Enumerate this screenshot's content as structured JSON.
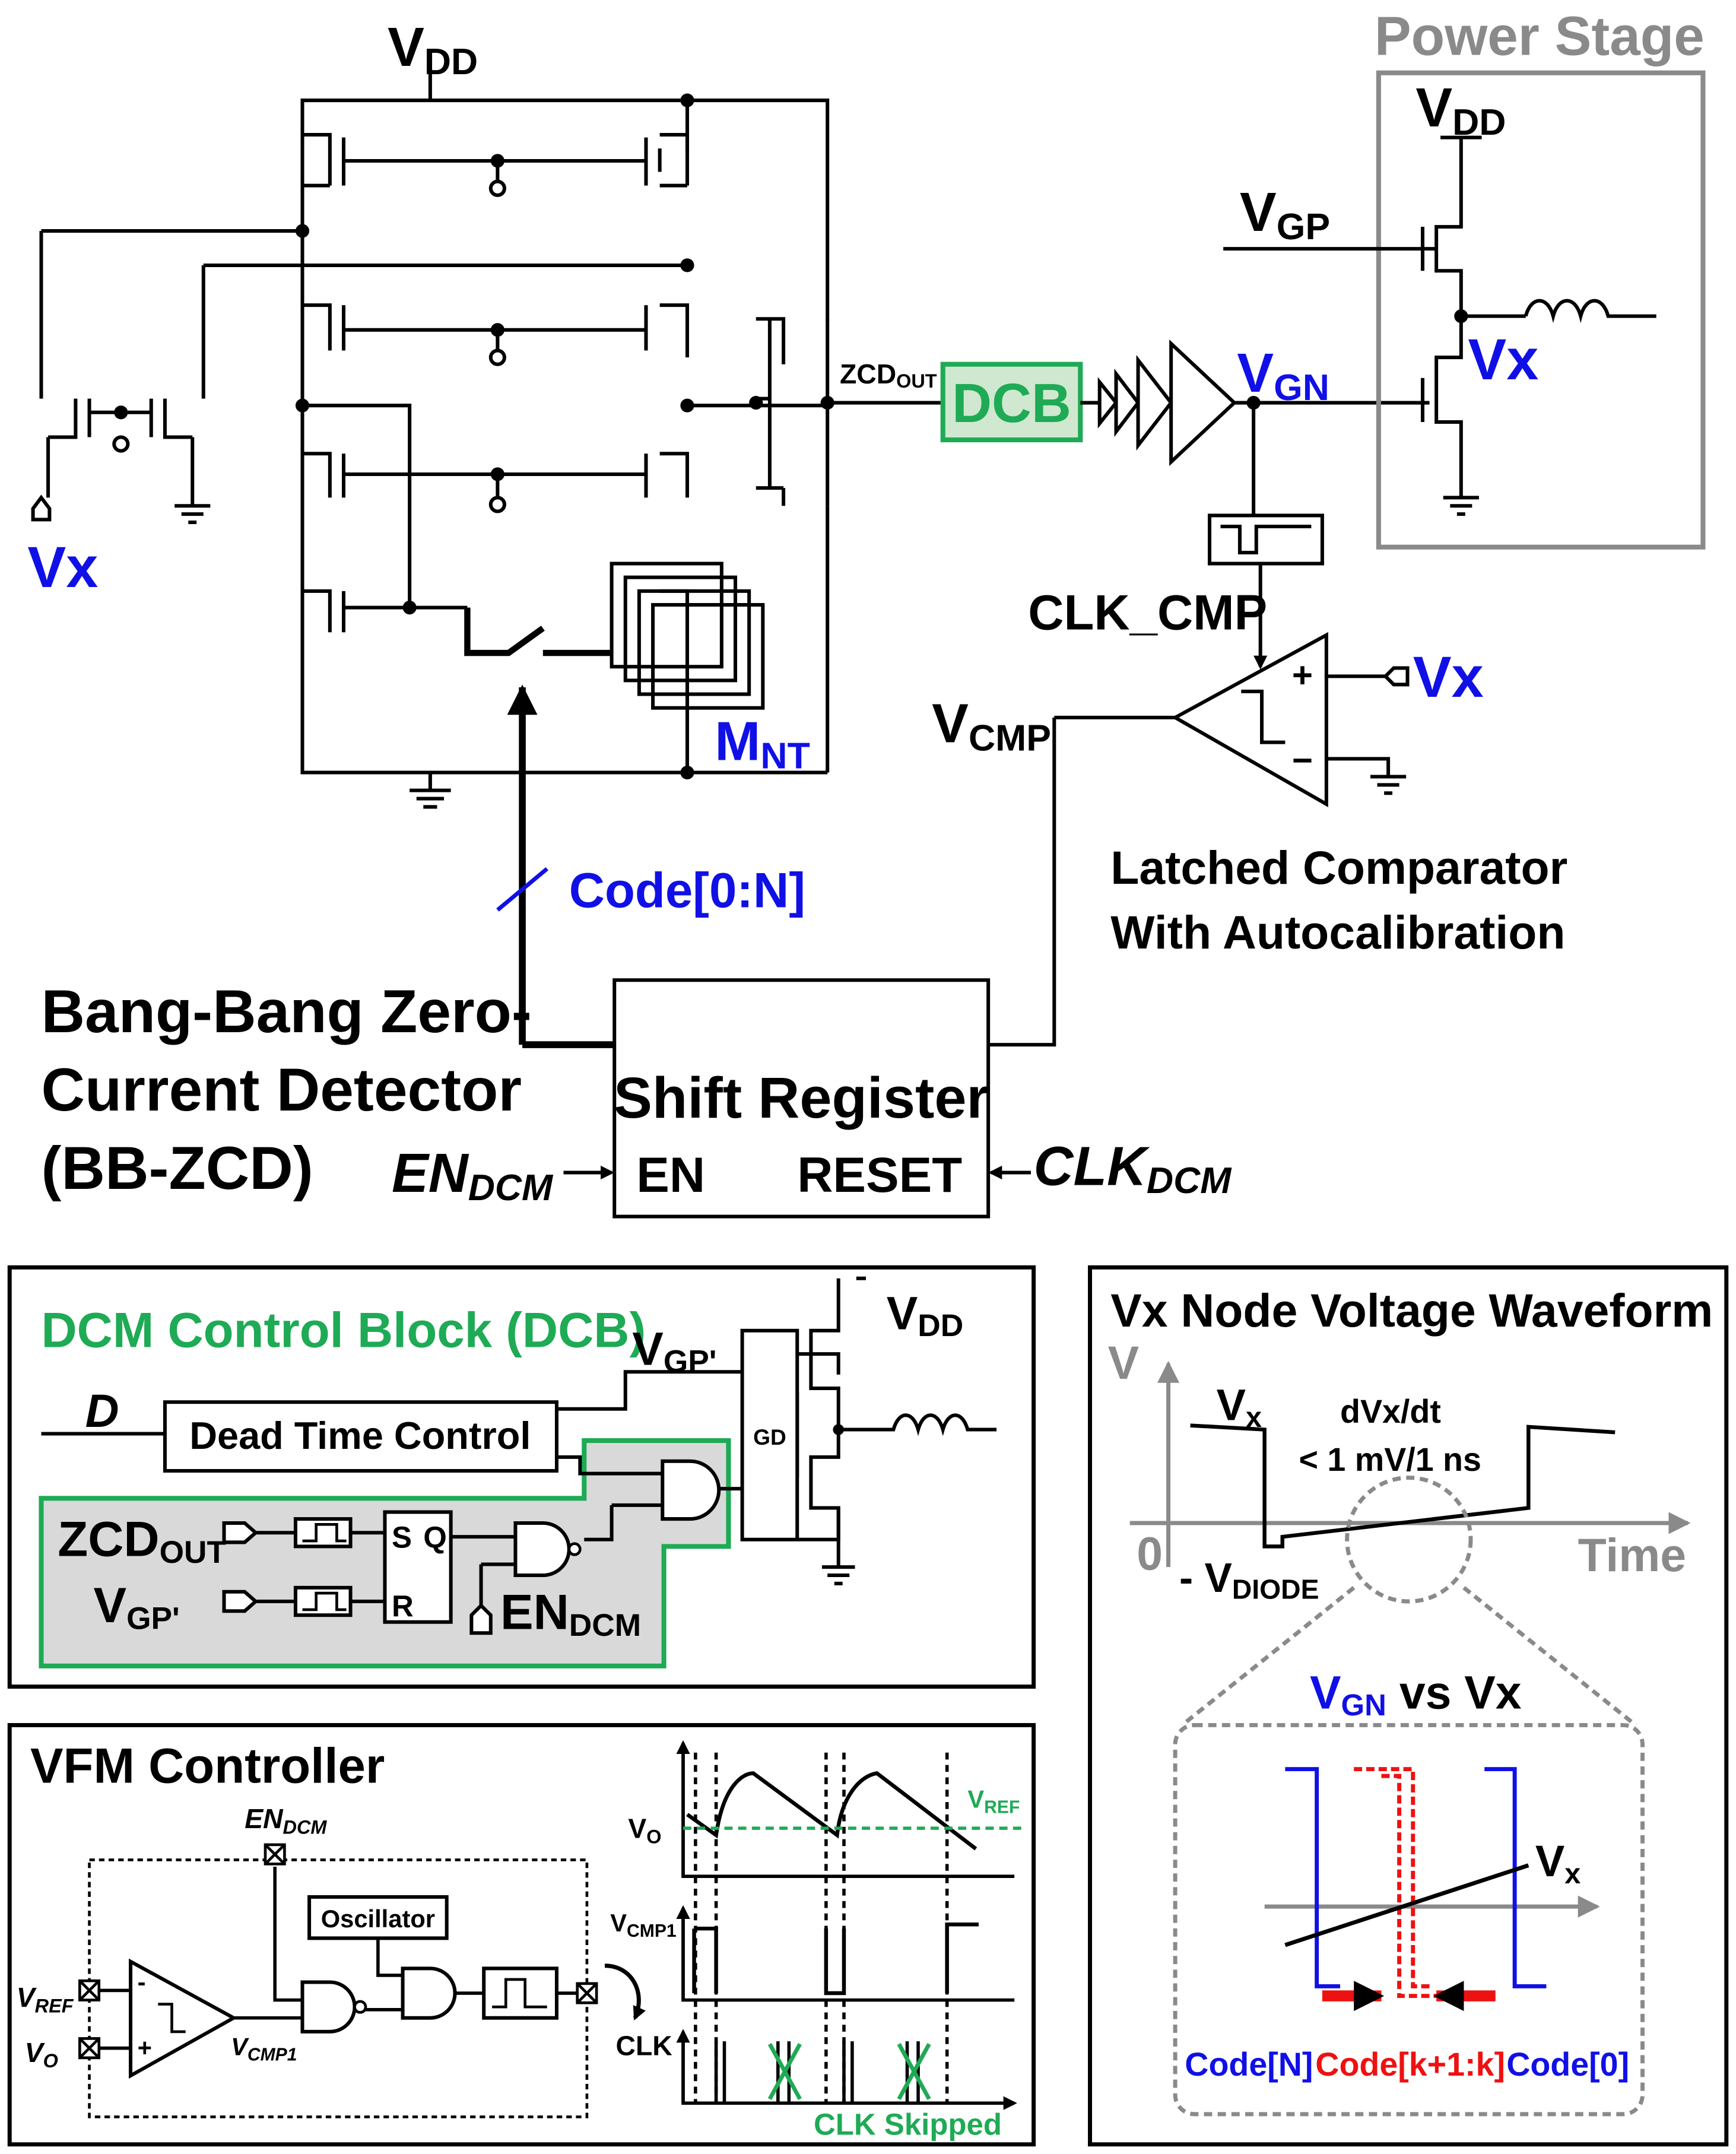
{
  "colors": {
    "ink": "#000000",
    "blue": "#1010e6",
    "green": "#1faa55",
    "red": "#ee1111",
    "gray": "#8a8a8a",
    "fill_gray": "#d9d9d9",
    "dcb_fill": "#cfe8cf"
  },
  "top": {
    "vdd": {
      "main": "V",
      "sub": "DD"
    },
    "vx_left": "Vx",
    "zcd_out": {
      "main": "ZCD",
      "sub": "OUT"
    },
    "dcb": "DCB",
    "vgn": {
      "main": "V",
      "sub": "GN"
    },
    "power_stage_title": "Power Stage",
    "ps_vdd": {
      "main": "V",
      "sub": "DD"
    },
    "ps_vgp": {
      "main": "V",
      "sub": "GP"
    },
    "ps_vx": "Vx",
    "clk_cmp": "CLK_CMP",
    "vx_in": "Vx",
    "plus": "+",
    "minus": "−",
    "vcmp": {
      "main": "V",
      "sub": "CMP"
    },
    "mnt": {
      "main": "M",
      "sub": "NT"
    },
    "code_bus": "Code[0:N]",
    "comparator_caption": [
      "Latched Comparator",
      "With Autocalibration"
    ],
    "zcd_caption": [
      "Bang-Bang Zero-",
      "Current Detector",
      "(BB-ZCD)"
    ],
    "shift_register": {
      "title": "Shift Register",
      "en": "EN",
      "reset": "RESET"
    },
    "en_dcm": {
      "main": "EN",
      "sub": "DCM"
    },
    "clk_dcm": {
      "main": "CLK",
      "sub": "DCM"
    }
  },
  "dcb_panel": {
    "title": "DCM Control Block (DCB)",
    "vdd": {
      "main": "V",
      "sub": "DD"
    },
    "vgp": {
      "main": "V",
      "sub": "GP'"
    },
    "d": "D",
    "dead_time": "Dead Time Control",
    "gd": "GD",
    "zcd_out": {
      "main": "ZCD",
      "sub": "OUT"
    },
    "vgp_in": {
      "main": "V",
      "sub": "GP'"
    },
    "s": "S",
    "q": "Q",
    "r": "R",
    "en_dcm": {
      "main": "EN",
      "sub": "DCM"
    }
  },
  "waveform_panel": {
    "title": "Vx Node Voltage Waveform",
    "v_axis": "V",
    "vx": {
      "main": "V",
      "sub": "x"
    },
    "slope": [
      "dVx/dt",
      "< 1 mV/1 ns"
    ],
    "zero": "0",
    "vdiode": {
      "main": "- V",
      "sub": "DIODE"
    },
    "time": "Time",
    "zoom_title": {
      "main": "V",
      "sub": "GN",
      "tail": " vs Vx"
    },
    "zoom_vx": {
      "main": "V",
      "sub": "x"
    },
    "codes": [
      "Code[N]",
      "Code[k+1:k]",
      "Code[0]"
    ]
  },
  "vfm_panel": {
    "title": "VFM Controller",
    "en_dcm": {
      "main": "EN",
      "sub": "DCM"
    },
    "oscillator": "Oscillator",
    "vref": {
      "main": "V",
      "sub": "REF"
    },
    "vo": {
      "main": "V",
      "sub": "O"
    },
    "vcmp1": {
      "main": "V",
      "sub": "CMP1"
    },
    "clk": "CLK",
    "minus": "-",
    "plus": "+",
    "plot_vo": {
      "main": "V",
      "sub": "O"
    },
    "plot_vref": {
      "main": "V",
      "sub": "REF"
    },
    "plot_vcmp1": {
      "main": "V",
      "sub": "CMP1"
    },
    "plot_clk": "CLK",
    "clk_skipped": "CLK Skipped"
  }
}
